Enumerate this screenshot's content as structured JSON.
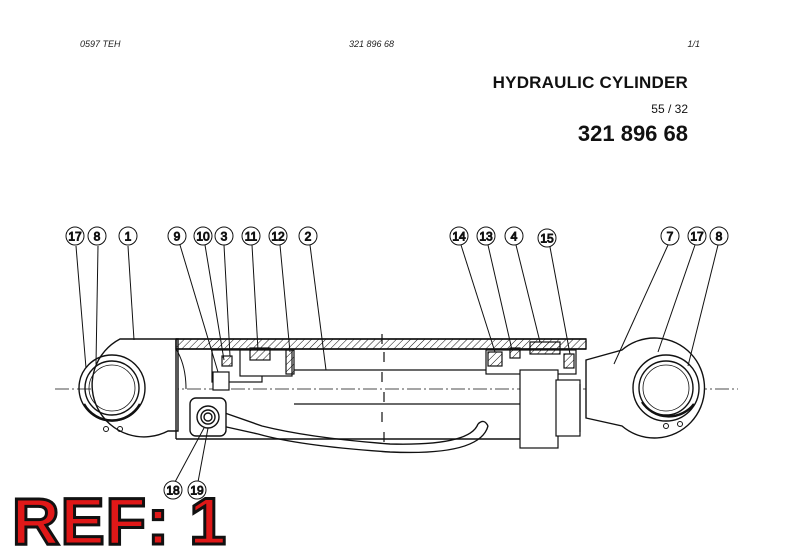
{
  "header": {
    "left": "0597 TEH",
    "center": "321 896 68",
    "right": "1/1"
  },
  "title": "HYDRAULIC CYLINDER",
  "dimensions": "55 / 32",
  "part_number": "321 896 68",
  "ref_label": "REF: 1",
  "callouts": {
    "c17a": "17",
    "c8a": "8",
    "c1": "1",
    "c9": "9",
    "c10": "10",
    "c3": "3",
    "c11": "11",
    "c12": "12",
    "c2": "2",
    "c14": "14",
    "c13": "13",
    "c4": "4",
    "c15": "15",
    "c7": "7",
    "c17b": "17",
    "c8b": "8",
    "c18": "18",
    "c19": "19"
  },
  "colors": {
    "ref_text": "#e01818",
    "line": "#111111"
  }
}
